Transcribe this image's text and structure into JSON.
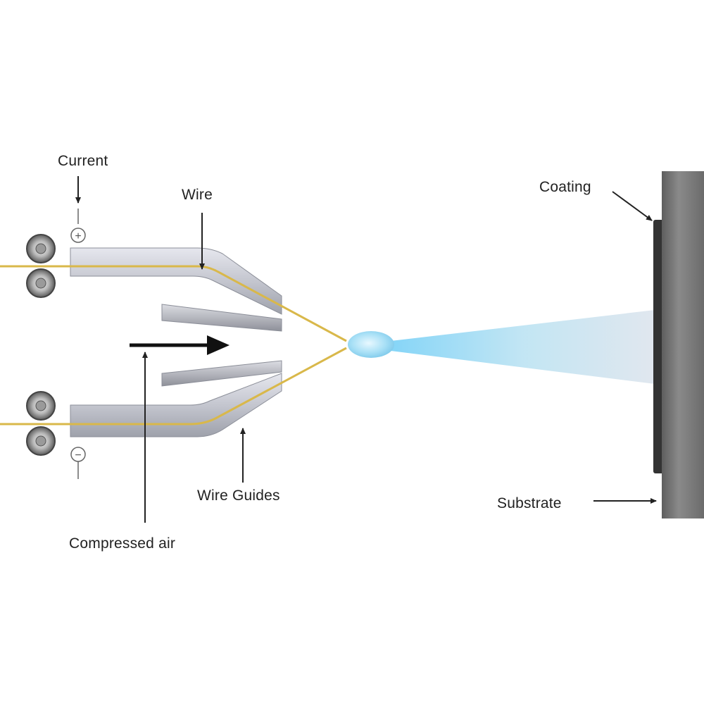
{
  "labels": {
    "current": "Current",
    "wire": "Wire",
    "coating": "Coating",
    "wire_guides": "Wire Guides",
    "substrate": "Substrate",
    "compressed_air": "Compressed air"
  },
  "polarity": {
    "positive": "+",
    "negative": "−"
  },
  "colors": {
    "wire": "#d9b84a",
    "guide": "#c4c6cf",
    "spray": "#a9dcf2",
    "substrate": "#7a7a7a",
    "coating": "#3a3a3a"
  }
}
